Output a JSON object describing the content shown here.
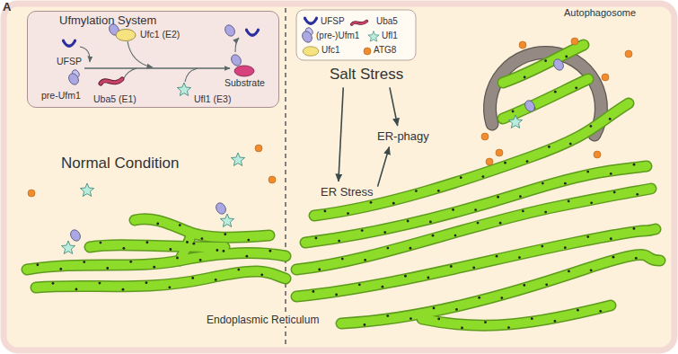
{
  "diagram": {
    "nodes": [
      {
        "text": [
          "Ufmylation System"
        ]
      },
      {
        "text": [
          "Salt Stress"
        ]
      },
      {
        "text": [
          "ER Stress"
        ]
      },
      {
        "text": [
          "ER-phagy"
        ]
      }
    ],
    "edges": [
      {
        "from": 1,
        "to": 2,
        "arrow": "to"
      },
      {
        "from": 1,
        "to": 3,
        "arrow": "to"
      },
      {
        "from": 2,
        "to": 3,
        "arrow": "to"
      }
    ],
    "labels": [
      "A",
      "UFSP",
      "pre-Ufm1",
      "Ufc1 (E2)",
      "Uba5 (E1)",
      "Ufl1 (E3)",
      "Substrate",
      "Normal Condition",
      "Endoplasmic Reticulum",
      "Autophagosome"
    ],
    "legend": [
      {
        "text": "UFSP"
      },
      {
        "text": "Uba5"
      },
      {
        "text": "(pre-)Ufm1"
      },
      {
        "text": "Ufl1"
      },
      {
        "text": "Ufc1"
      },
      {
        "text": "ATG8"
      }
    ]
  }
}
